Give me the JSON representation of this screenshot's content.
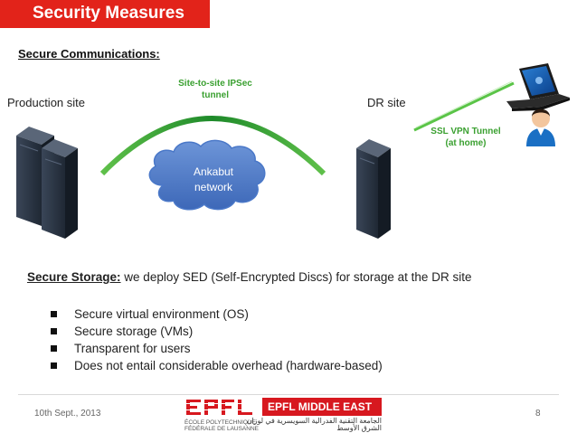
{
  "slide": {
    "title": "Security Measures",
    "secure_comm_heading": "Secure Communications:",
    "production_site": "Production site",
    "dr_site": "DR site",
    "ipsec_line1": "Site-to-site IPSec",
    "ipsec_line2": "tunnel",
    "ssl_line1": "SSL VPN Tunnel",
    "ssl_line2": "(at home)",
    "cloud_line1": "Ankabut",
    "cloud_line2": "network",
    "storage_heading": "Secure Storage:",
    "storage_text": " we deploy SED (Self-Encrypted Discs) for storage at the DR site",
    "bullets": [
      "Secure virtual environment (OS)",
      "Secure storage (VMs)",
      "Transparent for users",
      "Does not entail considerable overhead (hardware-based)"
    ]
  },
  "footer": {
    "date": "10th Sept., 2013",
    "page": "8",
    "logo_main": "EPFL",
    "logo_banner": "EPFL MIDDLE EAST",
    "logo_sub_1": "ÉCOLE POLYTECHNIQUE",
    "logo_sub_2": "FÉDÉRALE DE LAUSANNE",
    "logo_arabic_1": "الجامعة التقنية الفدرالية السويسرية في لوزان",
    "logo_arabic_2": "الشرق الأوسط"
  },
  "colors": {
    "accent_red": "#e2231a",
    "tunnel_green": "#3aa030",
    "cloud_blue": "#4a78c8",
    "server_dark": "#2c3747"
  }
}
